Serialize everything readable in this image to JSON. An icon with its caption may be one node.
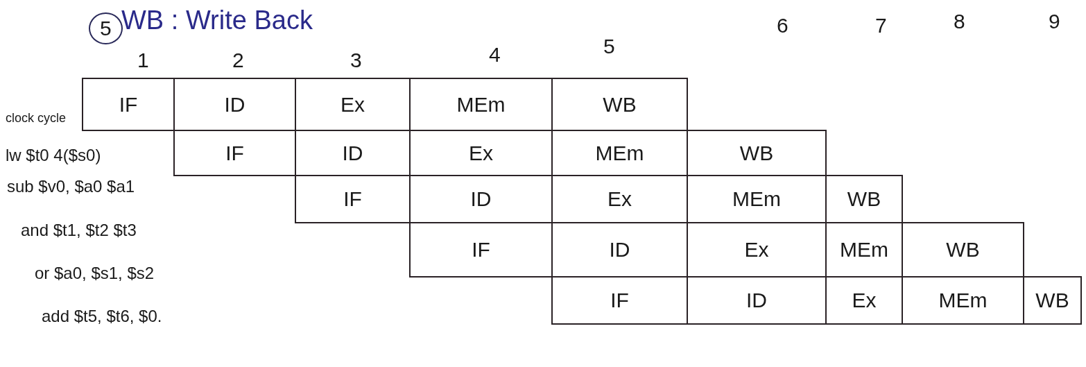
{
  "diagram": {
    "title": "WB : Write Back",
    "nodes": [
      {
        "text": [
          "IF"
        ]
      },
      {
        "text": [
          "ID"
        ]
      },
      {
        "text": [
          "Ex"
        ]
      },
      {
        "text": [
          "MEm"
        ]
      },
      {
        "text": [
          "WB"
        ]
      },
      {
        "text": [
          "IF"
        ]
      },
      {
        "text": [
          "ID"
        ]
      },
      {
        "text": [
          "Ex"
        ]
      },
      {
        "text": [
          "MEm"
        ]
      },
      {
        "text": [
          "WB"
        ]
      },
      {
        "text": [
          "IF"
        ]
      },
      {
        "text": [
          "ID"
        ]
      },
      {
        "text": [
          "Ex"
        ]
      },
      {
        "text": [
          "MEm"
        ]
      },
      {
        "text": [
          "WB"
        ]
      },
      {
        "text": [
          "IF"
        ]
      },
      {
        "text": [
          "ID"
        ]
      },
      {
        "text": [
          "Ex"
        ]
      },
      {
        "text": [
          "MEm"
        ]
      },
      {
        "text": [
          "WB"
        ]
      },
      {
        "text": [
          "IF"
        ]
      },
      {
        "text": [
          "ID"
        ]
      },
      {
        "text": [
          "Ex"
        ]
      },
      {
        "text": [
          "MEm"
        ]
      },
      {
        "text": [
          "WB"
        ]
      }
    ],
    "labels": [
      "5",
      "1",
      "2",
      "3",
      "4",
      "5",
      "6",
      "7",
      "8",
      "9",
      "clock cycle",
      "lw $t0 4($s0)",
      "sub $v0, $a0 $a1",
      "and $t1, $t2 $t3",
      "or $a0, $s1, $s2",
      "add $t5, $t6, $0."
    ]
  }
}
